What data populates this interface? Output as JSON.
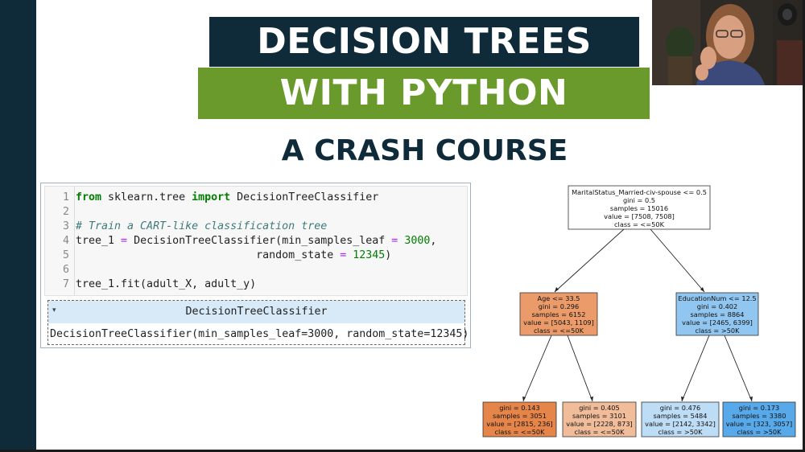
{
  "slide": {
    "title_line1": "DECISION TREES",
    "title_line2": "WITH PYTHON",
    "subtitle": "A CRASH COURSE"
  },
  "code": {
    "line_numbers": [
      "1",
      "2",
      "3",
      "4",
      "5",
      "6",
      "7"
    ],
    "line1": {
      "kw1": "from",
      "mod": " sklearn.tree ",
      "kw2": "import",
      "rest": " DecisionTreeClassifier"
    },
    "line3_comment": "# Train a CART-like classification tree",
    "line4": {
      "a": "tree_1 ",
      "eq": "=",
      "b": " DecisionTreeClassifier(min_samples_leaf ",
      "eq2": "=",
      "c": " ",
      "num": "3000",
      "d": ","
    },
    "line5": {
      "pad": "                            ",
      "a": "random_state ",
      "eq": "=",
      "b": " ",
      "num": "12345",
      "c": ")"
    },
    "line7": "tree_1.fit(adult_X, adult_y)"
  },
  "output": {
    "toggle": "▾",
    "title": "DecisionTreeClassifier",
    "repr": "DecisionTreeClassifier(min_samples_leaf=3000, random_state=12345)"
  },
  "tree": {
    "colors": {
      "orange_dark": "#e6854a",
      "orange_mid": "#eb9b69",
      "orange_light": "#f1bc9a",
      "blue_light": "#bddcf5",
      "blue_mid": "#91c6f0",
      "blue_dark": "#58a9ea",
      "white": "#ffffff"
    },
    "nodes": [
      {
        "id": "root",
        "lines": [
          "MaritalStatus_Married-civ-spouse <= 0.5",
          "gini = 0.5",
          "samples = 15016",
          "value = [7508, 7508]",
          "class = <=50K"
        ]
      },
      {
        "id": "left",
        "lines": [
          "Age <= 33.5",
          "gini = 0.296",
          "samples = 6152",
          "value = [5043, 1109]",
          "class = <=50K"
        ]
      },
      {
        "id": "right",
        "lines": [
          "EducationNum <= 12.5",
          "gini = 0.402",
          "samples = 8864",
          "value = [2465, 6399]",
          "class = >50K"
        ]
      },
      {
        "id": "ll",
        "lines": [
          "gini = 0.143",
          "samples = 3051",
          "value = [2815, 236]",
          "class = <=50K"
        ]
      },
      {
        "id": "lr",
        "lines": [
          "gini = 0.405",
          "samples = 3101",
          "value = [2228, 873]",
          "class = <=50K"
        ]
      },
      {
        "id": "rl",
        "lines": [
          "gini = 0.476",
          "samples = 5484",
          "value = [2142, 3342]",
          "class = >50K"
        ]
      },
      {
        "id": "rr",
        "lines": [
          "gini = 0.173",
          "samples = 3380",
          "value = [323, 3057]",
          "class = >50K"
        ]
      }
    ]
  },
  "webcam": {
    "label": "presenter-webcam"
  }
}
